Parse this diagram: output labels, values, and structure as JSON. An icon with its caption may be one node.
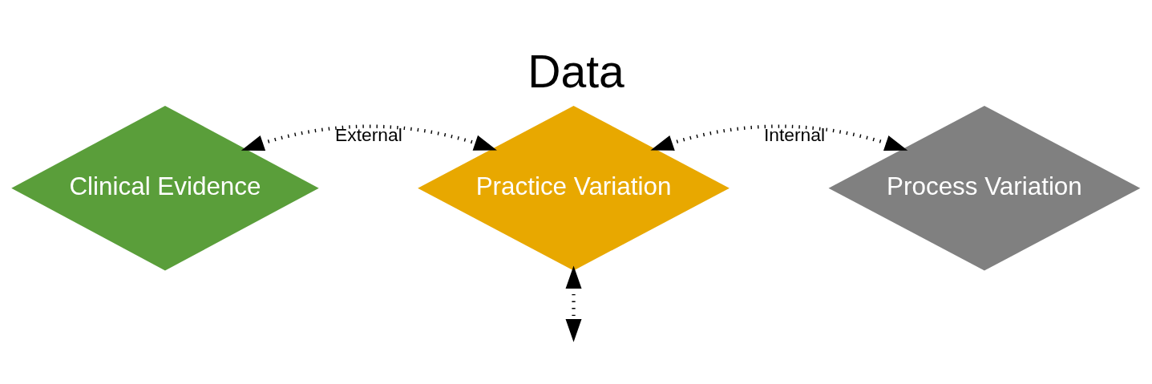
{
  "diagram": {
    "title": "Data",
    "nodes": [
      {
        "text": [
          "Clinical Evidence"
        ]
      },
      {
        "text": [
          "Practice Variation"
        ]
      },
      {
        "text": [
          "Process Variation"
        ]
      }
    ],
    "edges": [
      {
        "from": 0,
        "to": 1,
        "arrow": "both",
        "label": "External"
      },
      {
        "from": 2,
        "to": 1,
        "arrow": "both",
        "label": "Internal"
      },
      {
        "from": 1,
        "to": null,
        "arrow": "both"
      }
    ]
  }
}
